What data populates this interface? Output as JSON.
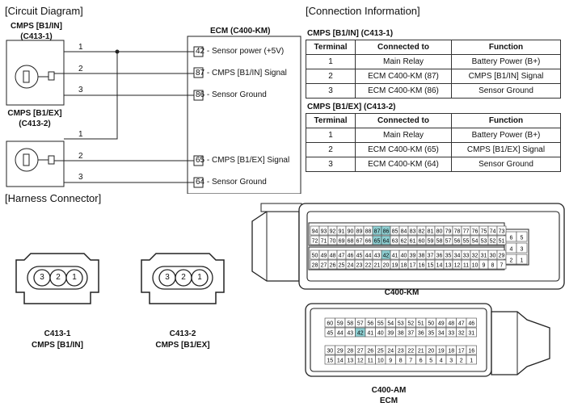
{
  "headings": {
    "circuit": "[Circuit Diagram]",
    "connection": "[Connection Information]",
    "harness": "[Harness Connector]"
  },
  "sensors": {
    "s1_name": "CMPS [B1/IN]",
    "s1_code": "(C413-1)",
    "s2_name": "CMPS [B1/EX]",
    "s2_code": "(C413-2)"
  },
  "wires": {
    "n1": "1",
    "n2": "2",
    "n3": "3",
    "m1": "1",
    "m2": "2",
    "m3": "3"
  },
  "ecm": {
    "title": "ECM (C400-KM)",
    "pins": [
      {
        "num": "42",
        "desc": "- Sensor power (+5V)"
      },
      {
        "num": "87",
        "desc": "- CMPS [B1/IN] Signal"
      },
      {
        "num": "86",
        "desc": "- Sensor Ground"
      },
      {
        "num": "65",
        "desc": "- CMPS [B1/EX] Signal"
      },
      {
        "num": "64",
        "desc": "- Sensor Ground"
      }
    ]
  },
  "tables": [
    {
      "title": "CMPS [B1/IN] (C413-1)",
      "headers": [
        "Terminal",
        "Connected to",
        "Function"
      ],
      "rows": [
        [
          "1",
          "Main Relay",
          "Battery Power (B+)"
        ],
        [
          "2",
          "ECM C400-KM (87)",
          "CMPS [B1/IN] Signal"
        ],
        [
          "3",
          "ECM C400-KM (86)",
          "Sensor Ground"
        ]
      ]
    },
    {
      "title": "CMPS [B1/EX] (C413-2)",
      "headers": [
        "Terminal",
        "Connected to",
        "Function"
      ],
      "rows": [
        [
          "1",
          "Main Relay",
          "Battery Power (B+)"
        ],
        [
          "2",
          "ECM C400-KM (65)",
          "CMPS [B1/EX] Signal"
        ],
        [
          "3",
          "ECM C400-KM (64)",
          "Sensor Ground"
        ]
      ]
    }
  ],
  "harness": {
    "c1_pins": [
      "3",
      "2",
      "1"
    ],
    "c1_code": "C413-1",
    "c1_name": "CMPS [B1/IN]",
    "c2_pins": [
      "3",
      "2",
      "1"
    ],
    "c2_code": "C413-2",
    "c2_name": "CMPS [B1/EX]",
    "km_label": "C400-KM",
    "am_label": "C400-AM",
    "ecm_label": "ECM",
    "km_rows": [
      [
        "94",
        "93",
        "92",
        "91",
        "90",
        "89",
        "88",
        "87",
        "86",
        "85",
        "84",
        "83",
        "82",
        "81",
        "80",
        "79",
        "78",
        "77",
        "76",
        "75",
        "74",
        "73"
      ],
      [
        "72",
        "71",
        "70",
        "69",
        "68",
        "67",
        "66",
        "65",
        "64",
        "63",
        "62",
        "61",
        "60",
        "59",
        "58",
        "57",
        "56",
        "55",
        "54",
        "53",
        "52",
        "51"
      ],
      [
        "50",
        "49",
        "48",
        "47",
        "46",
        "45",
        "44",
        "43",
        "42",
        "41",
        "40",
        "39",
        "38",
        "37",
        "36",
        "35",
        "34",
        "33",
        "32",
        "31",
        "30",
        "29"
      ],
      [
        "28",
        "27",
        "26",
        "25",
        "24",
        "23",
        "22",
        "21",
        "20",
        "19",
        "18",
        "17",
        "16",
        "15",
        "14",
        "13",
        "12",
        "11",
        "10",
        "9",
        "8",
        "7"
      ]
    ],
    "km_side": [
      [
        "6",
        "5"
      ],
      [
        "4",
        "3"
      ],
      [
        "2",
        "1"
      ]
    ],
    "highlight_pins": [
      "87",
      "86",
      "65",
      "64",
      "42"
    ],
    "highlight_color": "#8ecfd2",
    "am_rows": [
      [
        "60",
        "59",
        "58",
        "57",
        "56",
        "55",
        "54",
        "53",
        "52",
        "51",
        "50",
        "49",
        "48",
        "47",
        "46"
      ],
      [
        "45",
        "44",
        "43",
        "42",
        "41",
        "40",
        "39",
        "38",
        "37",
        "36",
        "35",
        "34",
        "33",
        "32",
        "31"
      ],
      [
        "30",
        "29",
        "28",
        "27",
        "26",
        "25",
        "24",
        "23",
        "22",
        "21",
        "20",
        "19",
        "18",
        "17",
        "16"
      ],
      [
        "15",
        "14",
        "13",
        "12",
        "11",
        "10",
        "9",
        "8",
        "7",
        "6",
        "5",
        "4",
        "3",
        "2",
        "1"
      ]
    ]
  }
}
